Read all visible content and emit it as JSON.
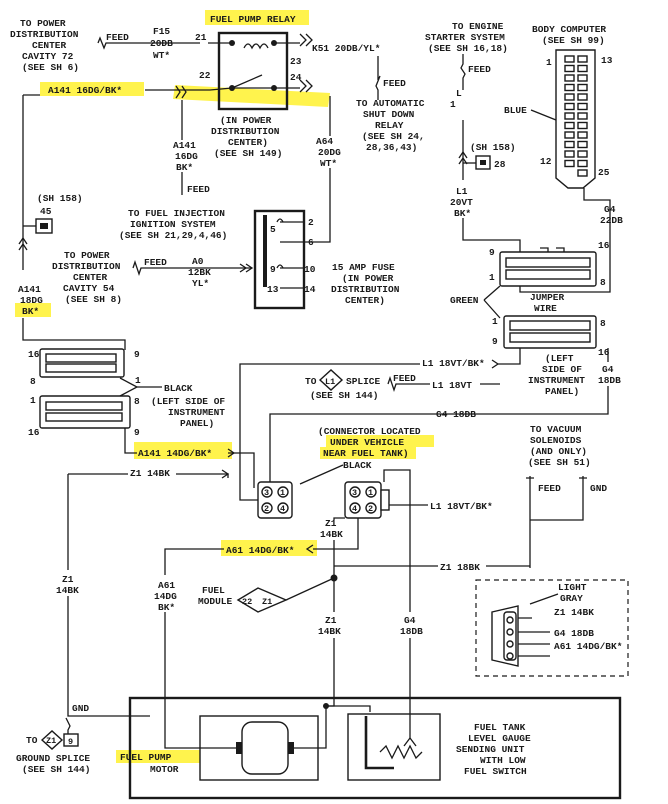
{
  "colors": {
    "highlight": "#fff23a",
    "ink": "#1a1a1a",
    "paper": "#ffffff"
  },
  "labels": {
    "to_power_dist_72": [
      "TO POWER",
      "DISTRIBUTION",
      "CENTER",
      "CAVITY 72",
      "(SEE SH 6)"
    ],
    "feed": "FEED",
    "f15_wire": [
      "F15",
      "20DB",
      "WT*"
    ],
    "pin21": "21",
    "pin22": "22",
    "pin23": "23",
    "pin24": "24",
    "fuel_pump_relay": "FUEL PUMP RELAY",
    "k51": "K51 20DB/YL*",
    "a141_16": "A141 16DG/BK*",
    "relay_location": [
      "(IN POWER",
      "DISTRIBUTION",
      "CENTER)",
      "(SEE SH 149)"
    ],
    "to_asd_relay": [
      "TO AUTOMATIC",
      "SHUT DOWN",
      "RELAY",
      "(SEE SH 24,",
      "28,36,43)"
    ],
    "to_engine_starter": [
      "TO ENGINE",
      "STARTER SYSTEM",
      "(SEE SH 16,18)"
    ],
    "body_computer": [
      "BODY COMPUTER",
      "(SEE SH 99)"
    ],
    "bc_pin1": "1",
    "bc_pin13": "13",
    "bc_pin12": "12",
    "bc_pin25": "25",
    "blue": "BLUE",
    "l1_18vt": "L1 18VT",
    "sh158_28": [
      "(SH 158)",
      "28"
    ],
    "l1_20vt": [
      "L1",
      "20VT",
      "BK*"
    ],
    "g4_22db": [
      "G4",
      "22DB"
    ],
    "a141_16dg_vert": [
      "A141",
      "16DG",
      "BK*"
    ],
    "a64": [
      "A64",
      "20DG",
      "WT*"
    ],
    "to_fuel_injection": [
      "TO FUEL INJECTION",
      "IGNITION SYSTEM",
      "(SEE SH 21,29,4,46)"
    ],
    "sh158_45": [
      "(SH 158)",
      "45"
    ],
    "fuse_pins": [
      "2",
      "5",
      "6",
      "9",
      "10",
      "13",
      "14"
    ],
    "fuse_label": [
      "15 AMP FUSE",
      "(IN POWER",
      "DISTRIBUTION",
      "CENTER)"
    ],
    "to_power_dist_54": [
      "TO POWER",
      "DISTRIBUTION",
      "CENTER",
      "CAVITY 54",
      "(SEE SH 8)"
    ],
    "a0_wire": [
      "A0",
      "12BK",
      "YL*"
    ],
    "a141_18dg": [
      "A141",
      "18DG",
      "BK*"
    ],
    "conn_pins_top": [
      "9",
      "16",
      "1",
      "8"
    ],
    "green": "GREEN",
    "jumper_wire": [
      "JUMPER",
      "WIRE"
    ],
    "conn_pins_right": [
      "8",
      "1",
      "9",
      "16"
    ],
    "left_conn_pins": [
      "16",
      "9",
      "8",
      "1",
      "1",
      "8",
      "16",
      "9"
    ],
    "black": "BLACK",
    "left_side_panel": [
      "(LEFT SIDE OF",
      "INSTRUMENT",
      "PANEL)"
    ],
    "l1_18vt_bk": "L1 18VT/BK*",
    "left_side_panel_r": [
      "(LEFT",
      "SIDE OF",
      "INSTRUMENT",
      "PANEL)"
    ],
    "g4_18db_r": [
      "G4",
      "18DB"
    ],
    "to_l1_splice": [
      "TO",
      "L1",
      "SPLICE"
    ],
    "see_sh144": "(SEE SH 144)",
    "g4_18db": "G4 18DB",
    "connector_located": "(CONNECTOR LOCATED",
    "under_vehicle": "UNDER VEHICLE",
    "near_fuel_tank": "NEAR FUEL TANK)",
    "black2": "BLACK",
    "a141_14dg": "A141 14DG/BK*",
    "z1_14bk": "Z1 14BK",
    "to_vacuum": [
      "TO VACUUM",
      "SOLENOIDS",
      "(AND ONLY)",
      "(SEE SH 51)"
    ],
    "gnd": "GND",
    "conn_pins": [
      "3",
      "1",
      "2",
      "4"
    ],
    "conn_pins2": [
      "3",
      "1",
      "4",
      "2"
    ],
    "l1_18vt_bk2": "L1 18VT/BK*",
    "z1_14bk_v": [
      "Z1",
      "14BK"
    ],
    "a61_14dg": "A61 14DG/BK*",
    "z1_18bk": "Z1 18BK",
    "a61_vert": [
      "A61",
      "14DG",
      "BK*"
    ],
    "fuel_module": [
      "FUEL",
      "MODULE"
    ],
    "splice22": [
      "22",
      "Z1"
    ],
    "z1_14bk_v2": [
      "Z1",
      "14BK"
    ],
    "g4_18db_v": [
      "G4",
      "18DB"
    ],
    "light_gray": [
      "LIGHT",
      "GRAY"
    ],
    "lg_z1": "Z1 14BK",
    "lg_g4": "G4 18DB",
    "lg_a61": "A61 14DG/BK*",
    "z1_14bk_left": [
      "Z1",
      "14BK"
    ],
    "gnd2": "GND",
    "to_z1_9": [
      "TO",
      "Z1",
      "9"
    ],
    "ground_splice": [
      "GROUND SPLICE",
      "(SEE SH 144)"
    ],
    "fuel_pump": "FUEL PUMP",
    "motor": "MOTOR",
    "fuel_tank": [
      "FUEL TANK",
      "LEVEL GAUGE",
      "SENDING UNIT",
      "WITH LOW",
      "FUEL SWITCH"
    ]
  }
}
